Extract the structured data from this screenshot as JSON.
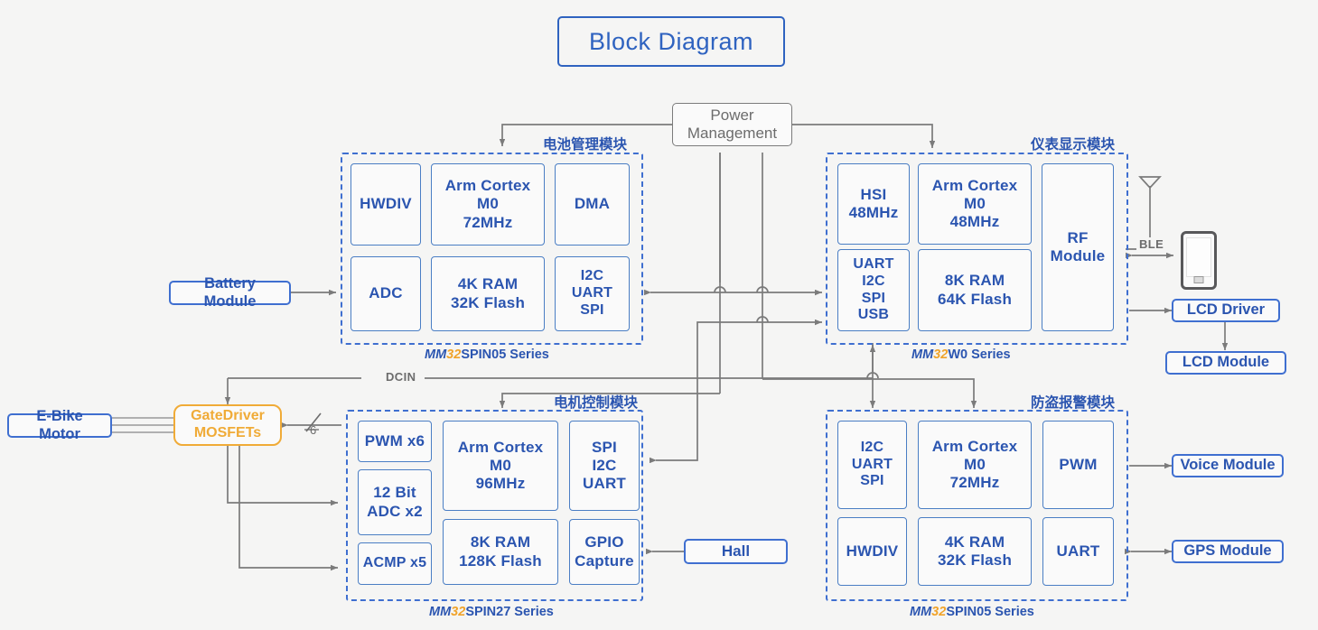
{
  "title": "Block Diagram",
  "power": {
    "line1": "Power",
    "line2": "Management"
  },
  "wire_labels": {
    "dcin": "DCIN",
    "ble": "BLE",
    "six": "6"
  },
  "left_io": {
    "battery_module": "Battery Module",
    "ebike_motor": "E-Bike Motor",
    "gate_driver_l1": "GateDriver",
    "gate_driver_l2": "MOSFETs",
    "hall": "Hall"
  },
  "right_io": {
    "lcd_driver": "LCD Driver",
    "lcd_module": "LCD Module",
    "voice_module": "Voice Module",
    "gps_module": "GPS Module"
  },
  "groups": [
    {
      "id": "battery-management",
      "cn_label": "电池管理模块",
      "series_prefix": "MM",
      "series_num": "32",
      "series_suffix": "SPIN05 Series",
      "blocks": {
        "left_top": "HWDIV",
        "left_bottom": "ADC",
        "center_top": [
          "Arm Cortex",
          "M0",
          "72MHz"
        ],
        "center_bottom": [
          "4K RAM",
          "32K Flash"
        ],
        "right_top": "DMA",
        "right_bottom": [
          "I2C",
          "UART",
          "SPI"
        ]
      }
    },
    {
      "id": "instrument-display",
      "cn_label": "仪表显示模块",
      "series_prefix": "MM",
      "series_num": "32",
      "series_suffix": "W0 Series",
      "blocks": {
        "left_top": [
          "HSI",
          "48MHz"
        ],
        "left_bottom": [
          "UART",
          "I2C",
          "SPI",
          "USB"
        ],
        "center_top": [
          "Arm Cortex",
          "M0",
          "48MHz"
        ],
        "center_bottom": [
          "8K RAM",
          "64K Flash"
        ],
        "right_full": [
          "RF",
          "Module"
        ]
      }
    },
    {
      "id": "motor-control",
      "cn_label": "电机控制模块",
      "series_prefix": "MM",
      "series_num": "32",
      "series_suffix": "SPIN27 Series",
      "blocks": {
        "left_1": "PWM x6",
        "left_2": [
          "12 Bit",
          "ADC x2"
        ],
        "left_3": "ACMP x5",
        "center_top": [
          "Arm Cortex",
          "M0",
          "96MHz"
        ],
        "center_bottom": [
          "8K RAM",
          "128K Flash"
        ],
        "right_top": [
          "SPI",
          "I2C",
          "UART"
        ],
        "right_bottom": [
          "GPIO",
          "Capture"
        ]
      }
    },
    {
      "id": "anti-theft-alarm",
      "cn_label": "防盗报警模块",
      "series_prefix": "MM",
      "series_num": "32",
      "series_suffix": "SPIN05 Series",
      "blocks": {
        "left_top": [
          "I2C",
          "UART",
          "SPI"
        ],
        "left_bottom": "HWDIV",
        "center_top": [
          "Arm Cortex",
          "M0",
          "72MHz"
        ],
        "center_bottom": [
          "4K RAM",
          "32K Flash"
        ],
        "right_top": "PWM",
        "right_bottom": "UART"
      }
    }
  ],
  "colors": {
    "background": "#f5f5f4",
    "blue_text": "#2b55b0",
    "blue_border": "#3f6fd0",
    "chip_border": "#4a7ec4",
    "orange": "#f0ab37",
    "orange_text": "#f0a32a",
    "grey_wire": "#7b7b7b",
    "grey_text": "#6c6c6c"
  }
}
